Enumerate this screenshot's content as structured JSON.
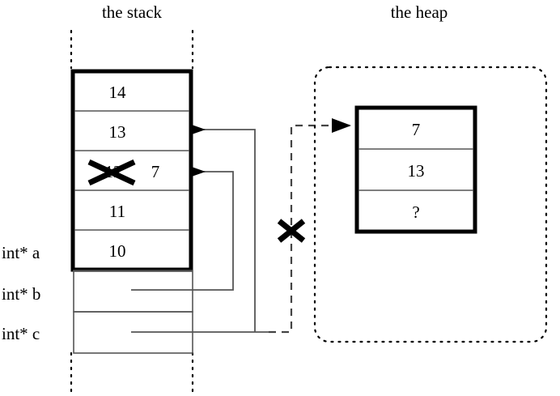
{
  "titles": {
    "stack": "the stack",
    "heap": "the heap"
  },
  "stack": {
    "cells": [
      {
        "value": "14",
        "struck": false
      },
      {
        "value": "13",
        "struck": false
      },
      {
        "value": "12",
        "struck": true,
        "new_value": "7"
      },
      {
        "value": "11",
        "struck": false
      },
      {
        "value": "10",
        "struck": false
      }
    ],
    "variables": [
      {
        "label": "int* a",
        "target": "stack-array"
      },
      {
        "label": "int* b",
        "target": "stack-cell-12"
      },
      {
        "label": "int* c",
        "target": "heap-block",
        "invalidated": true
      }
    ]
  },
  "heap": {
    "cells": [
      {
        "value": "7"
      },
      {
        "value": "13"
      },
      {
        "value": "?"
      }
    ]
  },
  "annotations": {
    "struck_stack_value": "12",
    "replacement_value": "7",
    "dangling_pointer_marker": "X",
    "unknown_value_marker": "?"
  },
  "colors": {
    "ink": "#000000",
    "thin_rule": "#555555",
    "background": "#ffffff"
  }
}
